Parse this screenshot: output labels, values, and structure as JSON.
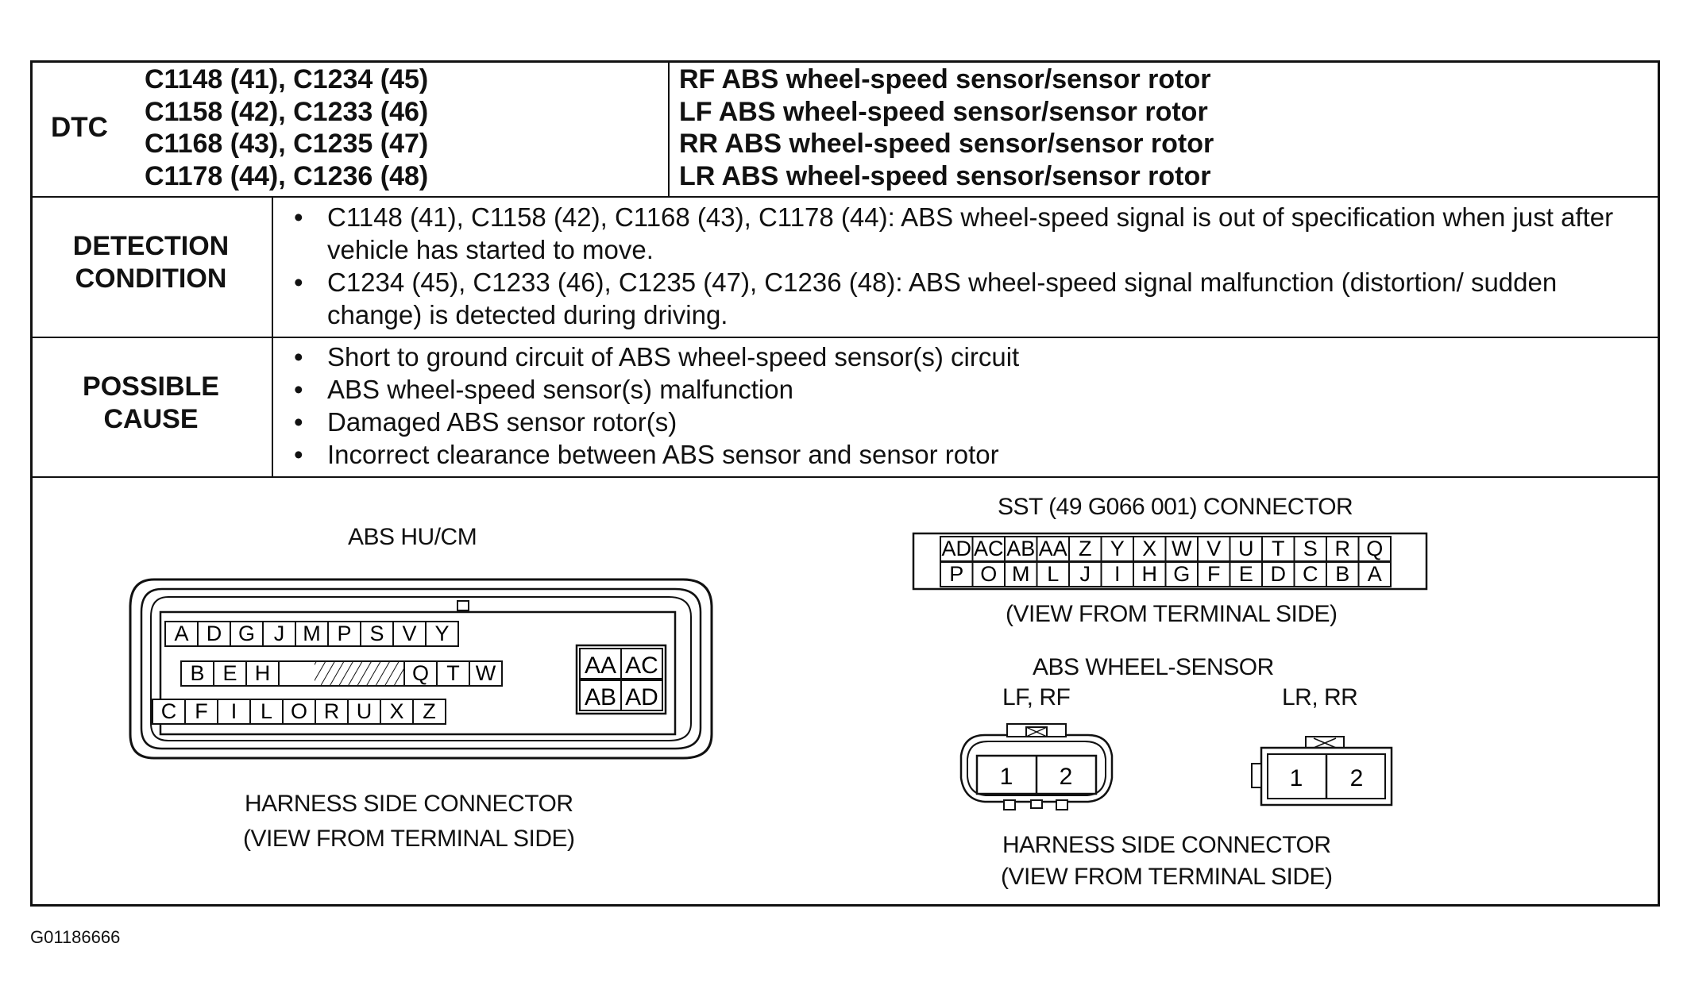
{
  "dtc": {
    "label": "DTC",
    "codes": [
      "C1148 (41), C1234 (45)",
      "C1158 (42), C1233 (46)",
      "C1168 (43), C1235 (47)",
      "C1178 (44), C1236 (48)"
    ],
    "descriptions": [
      "RF ABS wheel-speed sensor/sensor rotor",
      "LF ABS wheel-speed sensor/sensor rotor",
      "RR ABS wheel-speed sensor/sensor rotor",
      "LR ABS wheel-speed sensor/sensor rotor"
    ]
  },
  "detection": {
    "label_line1": "DETECTION",
    "label_line2": "CONDITION",
    "bullets": [
      "C1148 (41), C1158 (42), C1168 (43), C1178 (44): ABS wheel-speed signal is out of specification when just after vehicle has started to move.",
      "C1234 (45), C1233 (46), C1235 (47), C1236 (48): ABS wheel-speed signal malfunction (distortion/ sudden change) is detected during driving."
    ]
  },
  "cause": {
    "label_line1": "POSSIBLE",
    "label_line2": "CAUSE",
    "bullets": [
      "Short to ground circuit of ABS wheel-speed sensor(s) circuit",
      "ABS wheel-speed sensor(s) malfunction",
      "Damaged ABS sensor rotor(s)",
      "Incorrect clearance between ABS sensor and sensor rotor"
    ]
  },
  "abs_hu_cm": {
    "title": "ABS HU/CM",
    "row1": [
      "A",
      "D",
      "G",
      "J",
      "M",
      "P",
      "S",
      "V",
      "Y"
    ],
    "row2": [
      "B",
      "E",
      "H",
      "Q",
      "T",
      "W"
    ],
    "row3": [
      "C",
      "F",
      "I",
      "L",
      "O",
      "R",
      "U",
      "X",
      "Z"
    ],
    "right_block": [
      "AA",
      "AC",
      "AB",
      "AD"
    ],
    "caption_line1": "HARNESS SIDE CONNECTOR",
    "caption_line2": "(VIEW FROM TERMINAL SIDE)"
  },
  "sst": {
    "title": "SST (49 G066 001) CONNECTOR",
    "top_row": [
      "AD",
      "AC",
      "AB",
      "AA",
      "Z",
      "Y",
      "X",
      "W",
      "V",
      "U",
      "T",
      "S",
      "R",
      "Q"
    ],
    "bottom_row": [
      "P",
      "O",
      "M",
      "L",
      "J",
      "I",
      "H",
      "G",
      "F",
      "E",
      "D",
      "C",
      "B",
      "A"
    ],
    "caption": "(VIEW FROM TERMINAL SIDE)"
  },
  "wheel_sensor": {
    "title": "ABS WHEEL-SENSOR",
    "front_label": "LF, RF",
    "rear_label": "LR, RR",
    "front_pins": [
      "1",
      "2"
    ],
    "rear_pins": [
      "1",
      "2"
    ],
    "caption_line1": "HARNESS SIDE CONNECTOR",
    "caption_line2": "(VIEW FROM TERMINAL SIDE)"
  },
  "footer": {
    "figure_id": "G01186666"
  }
}
